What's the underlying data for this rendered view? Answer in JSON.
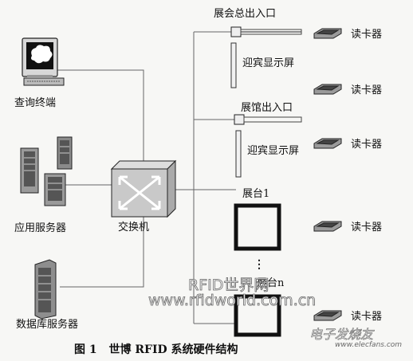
{
  "labels": {
    "query_terminal": "查询终端",
    "app_server": "应用服务器",
    "db_server": "数据库服务器",
    "switch": "交换机",
    "expo_main_gate": "展会总出入口",
    "pavilion_gate": "展馆出入口",
    "welcome_screen_1": "迎宾显示屏",
    "welcome_screen_2": "迎宾显示屏",
    "booth_1": "展台1",
    "booth_n": "展台n",
    "reader_1": "读卡器",
    "reader_2": "读卡器",
    "reader_3": "读卡器",
    "reader_4": "读卡器",
    "reader_5": "读卡器",
    "dots": "⋮"
  },
  "caption": {
    "figure": "图 1",
    "title": "世博 RFID 系统硬件结构"
  },
  "watermark": {
    "brand": "RFID世界网",
    "url": "www.rfidworld.com.cn",
    "elecfans_logo": "电子发烧友",
    "elecfans_url": "www.elecfans.com"
  },
  "icons": {
    "terminal": "monitor-icon",
    "servers": "server-tower-icon",
    "switch": "network-switch-icon",
    "gate": "gate-sensor-icon",
    "reader": "card-reader-icon",
    "screen": "display-panel-icon"
  }
}
